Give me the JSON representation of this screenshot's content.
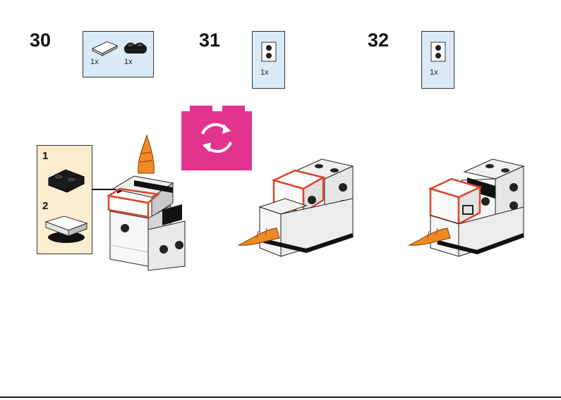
{
  "steps": [
    {
      "number": "30",
      "parts": [
        {
          "icon": "white-tile-1x2-icon",
          "qty": "1x"
        },
        {
          "icon": "black-plate-1x2-icon",
          "qty": "1x"
        }
      ]
    },
    {
      "number": "31",
      "parts": [
        {
          "icon": "white-brick-1x1-double-stud-side-icon",
          "qty": "1x"
        }
      ]
    },
    {
      "number": "32",
      "parts": [
        {
          "icon": "white-brick-1x1-double-stud-side-icon",
          "qty": "1x"
        }
      ]
    }
  ],
  "substeps": [
    {
      "number": "1",
      "icon": "black-plate-1x2-icon"
    },
    {
      "number": "2",
      "icon": "white-tile-1x2-icon"
    }
  ],
  "rotate_icon": {
    "name": "rotate-model-icon",
    "color": "#e2348e"
  },
  "colors": {
    "parts_box_bg": "#dbeaf7",
    "substep_box_bg": "#fbeed0",
    "highlight": "#d9482b",
    "carrot": "#f08a24",
    "rotate": "#e2348e"
  }
}
